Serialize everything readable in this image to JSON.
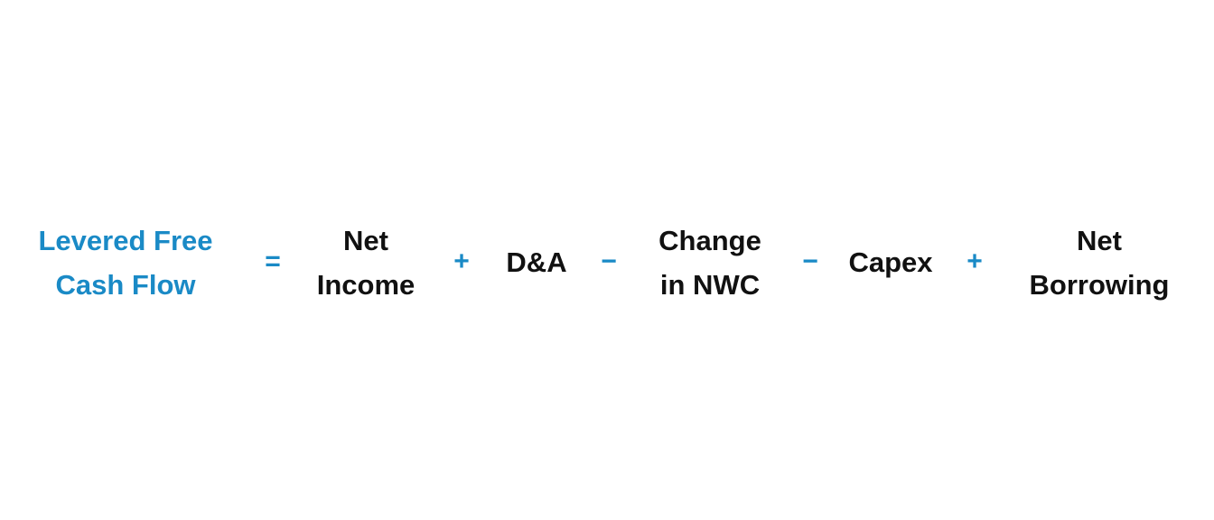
{
  "formula": {
    "lhs": [
      "Levered Free",
      "Cash Flow"
    ],
    "equals": "=",
    "terms": [
      {
        "lines": [
          "Net",
          "Income"
        ]
      },
      {
        "op": "+",
        "lines": [
          "D&A"
        ]
      },
      {
        "op": "−",
        "lines": [
          "Change",
          "in NWC"
        ]
      },
      {
        "op": "−",
        "lines": [
          "Capex"
        ]
      },
      {
        "op": "+",
        "lines": [
          "Net",
          "Borrowing"
        ]
      }
    ]
  },
  "colors": {
    "accent": "#1a8ac6",
    "text": "#111111"
  }
}
